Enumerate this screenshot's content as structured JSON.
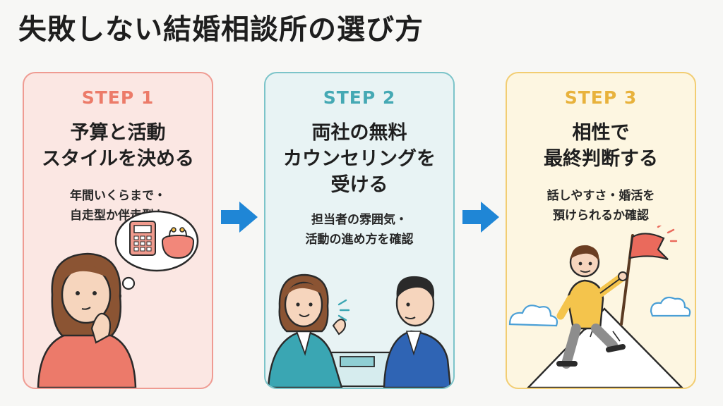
{
  "title": "失敗しない結婚相談所の選び方",
  "colors": {
    "step1": "#ec7b69",
    "step2": "#45a9b4",
    "step3": "#e8b23c",
    "arrow": "#1f86d6"
  },
  "steps": [
    {
      "label": "STEP 1",
      "heading": [
        "予算と活動",
        "スタイルを決める"
      ],
      "desc": [
        "年間いくらまで・",
        "自走型か伴走型か"
      ]
    },
    {
      "label": "STEP 2",
      "heading": [
        "両社の無料",
        "カウンセリングを",
        "受ける"
      ],
      "desc": [
        "担当者の雰囲気・",
        "活動の進め方を確認"
      ]
    },
    {
      "label": "STEP 3",
      "heading": [
        "相性で",
        "最終判断する"
      ],
      "desc": [
        "話しやすさ・婚活を",
        "預けられるか確認"
      ]
    }
  ]
}
